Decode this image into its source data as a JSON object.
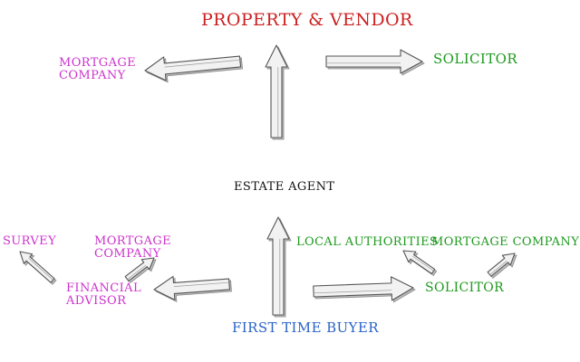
{
  "colors": {
    "property": "#cc2020",
    "solicitor": "#1e9a1e",
    "mortgage": "#cc33cc",
    "buyer": "#2a63c9",
    "agent": "#111111",
    "arrow_fill": "#f2f2f2",
    "arrow_stroke": "#555555"
  },
  "labels": {
    "property_vendor": "Property & Vendor",
    "mortgage_company_top_line1": "Mortgage",
    "mortgage_company_top_line2": "Company",
    "solicitor_top": "Solicitor",
    "estate_agent": "Estate Agent",
    "survey": "Survey",
    "mortgage_company_left_line1": "Mortgage",
    "mortgage_company_left_line2": "Company",
    "financial_advisor_line1": "Financial",
    "financial_advisor_line2": "Advisor",
    "local_authorities": "Local Authorities",
    "mortgage_company_right": "Mortgage Company",
    "solicitor_bottom": "Solicitor",
    "first_time_buyer": "First Time Buyer"
  }
}
